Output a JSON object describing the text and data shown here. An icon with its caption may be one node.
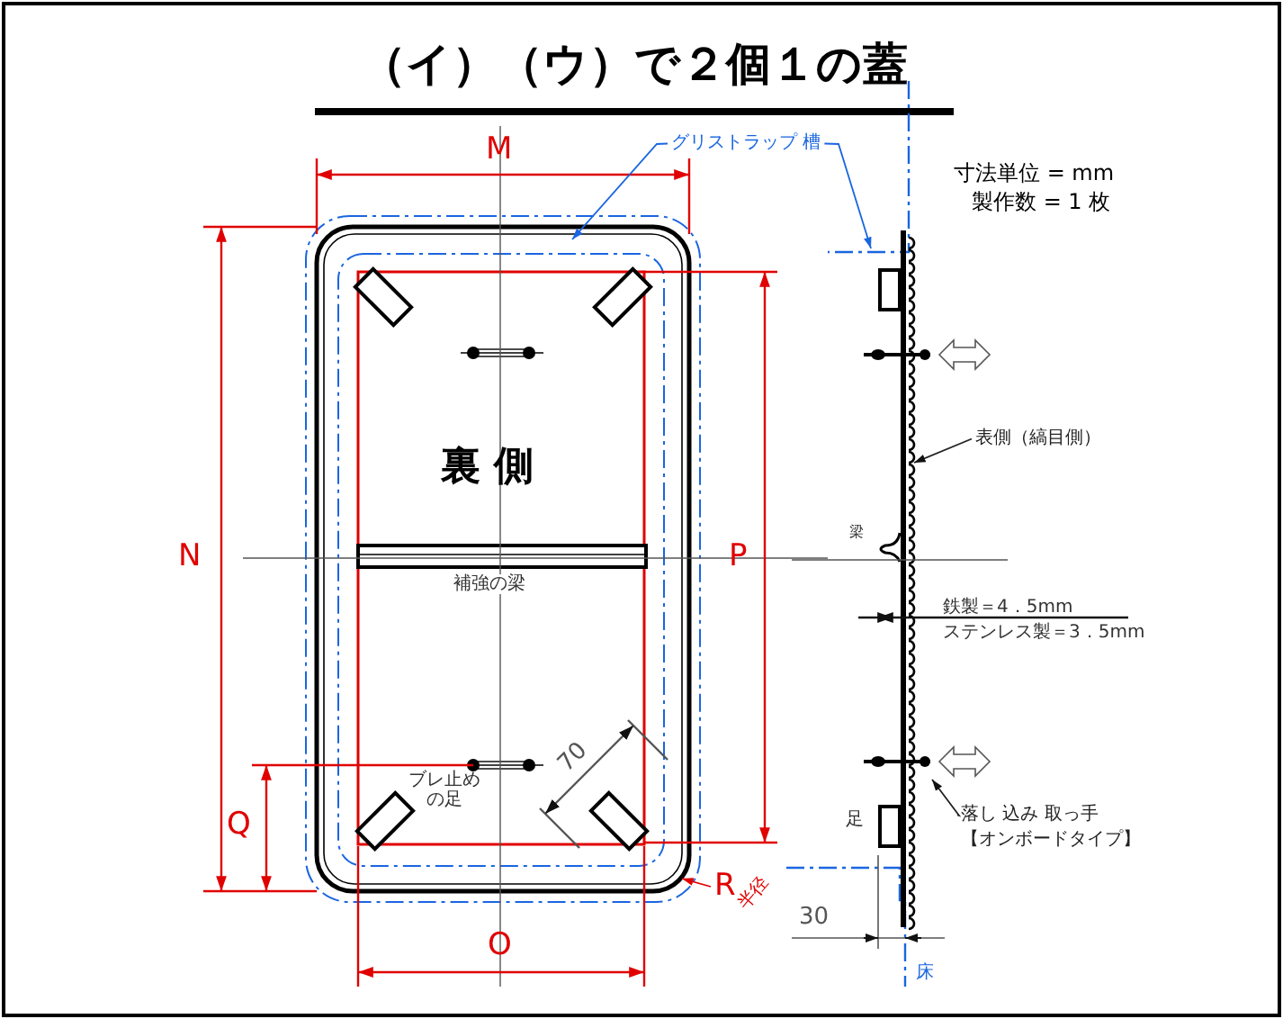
{
  "diagram": {
    "title": "（イ）（ウ）で２個１の蓋",
    "nodes": [
      {
        "text": [
          "グリストラップ 槽"
        ]
      },
      {
        "text": [
          "表側（縞目側）"
        ]
      },
      {
        "text": [
          "落し 込み 取っ手",
          "【オンボードタイプ】"
        ]
      },
      {
        "text": [
          "R",
          "半径"
        ]
      }
    ],
    "edges": [
      {
        "from": 0,
        "to": null,
        "arrow": "to",
        "color": "#1a66e0"
      },
      {
        "from": 0,
        "to": null,
        "arrow": "to",
        "color": "#1a66e0"
      },
      {
        "from": 1,
        "to": null,
        "arrow": "to",
        "color": "#222222"
      },
      {
        "from": 2,
        "to": null,
        "arrow": "to",
        "color": "#222222"
      },
      {
        "from": 3,
        "to": null,
        "arrow": "to",
        "color": "#e00000"
      }
    ],
    "labels": [
      "寸法単位 = mm",
      "製作数 = 1 枚",
      "M",
      "N",
      "P",
      "Q",
      "O",
      "裏 側",
      "補強の梁",
      "ブレ止めの足",
      "70",
      "梁",
      "鉄製＝4．5mm",
      "ステンレス製＝3．5mm",
      "足",
      "30",
      "床"
    ]
  }
}
